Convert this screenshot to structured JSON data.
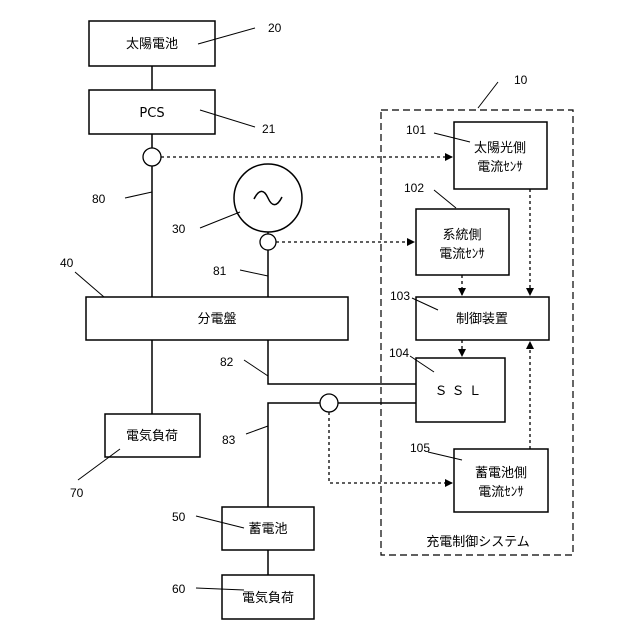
{
  "components": {
    "solar_cell": "太陽電池",
    "pcs": "PCS",
    "distribution_board": "分電盤",
    "load_70": "電気負荷",
    "storage_battery": "蓄電池",
    "load_60": "電気負荷",
    "solar_sensor": [
      "太陽光側",
      "電流ｾﾝｻ"
    ],
    "grid_sensor": [
      "系統側",
      "電流ｾﾝｻ"
    ],
    "controller": "制御装置",
    "ssl": "ＳＳＬ",
    "battery_sensor": [
      "蓄電池側",
      "電流ｾﾝｻ"
    ],
    "system_name": "充電制御システム",
    "ac_source_symbol": "~"
  },
  "reference_numerals": {
    "system": "10",
    "solar_cell": "20",
    "pcs": "21",
    "ac_source": "30",
    "distribution_board": "40",
    "storage_battery": "50",
    "load_60": "60",
    "load_70": "70",
    "line_80": "80",
    "line_81": "81",
    "line_82": "82",
    "line_83": "83",
    "solar_sensor": "101",
    "grid_sensor": "102",
    "controller": "103",
    "ssl": "104",
    "battery_sensor": "105"
  }
}
